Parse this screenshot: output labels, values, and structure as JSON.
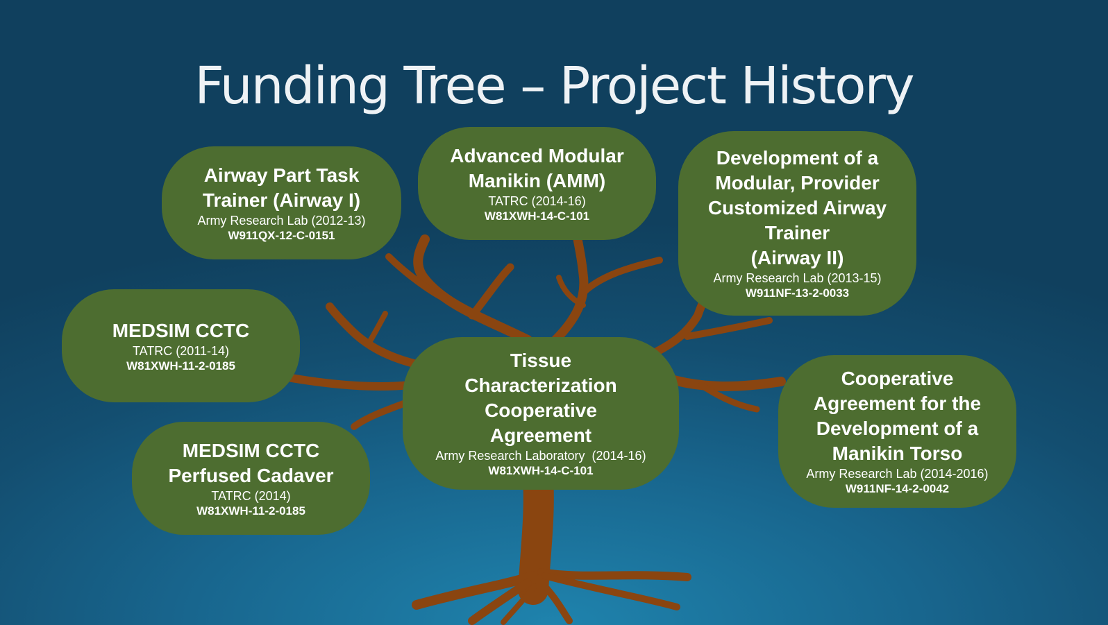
{
  "title": "Funding Tree – Project History",
  "nodes": {
    "airway_i": {
      "title": "Airway Part Task\nTrainer (Airway I)",
      "org": "Army Research Lab (2012-13)",
      "code": "W911QX-12-C-0151"
    },
    "amm": {
      "title": "Advanced Modular\nManikin (AMM)",
      "org": "TATRC (2014-16)",
      "code": "W81XWH-14-C-101"
    },
    "airway_ii": {
      "title": "Development of a\nModular, Provider\nCustomized Airway\nTrainer\n(Airway II)",
      "org": "Army Research Lab (2013-15)",
      "code": "W911NF-13-2-0033"
    },
    "medsim": {
      "title": "MEDSIM CCTC",
      "org": "TATRC (2011-14)",
      "code": "W81XWH-11-2-0185"
    },
    "medsim_cadaver": {
      "title": "MEDSIM CCTC\nPerfused Cadaver",
      "org": "TATRC (2014)",
      "code": "W81XWH-11-2-0185"
    },
    "tissue": {
      "title": "Tissue\nCharacterization\nCooperative\nAgreement",
      "org": "Army Research Laboratory  (2014-16)",
      "code": "W81XWH-14-C-101"
    },
    "torso": {
      "title": "Cooperative\nAgreement for the\nDevelopment of a\nManikin Torso",
      "org": "Army Research Lab (2014-2016)",
      "code": "W911NF-14-2-0042"
    }
  },
  "colors": {
    "node_fill": "#4d6d30",
    "branch": "#8a4510",
    "background": "#18658d"
  }
}
